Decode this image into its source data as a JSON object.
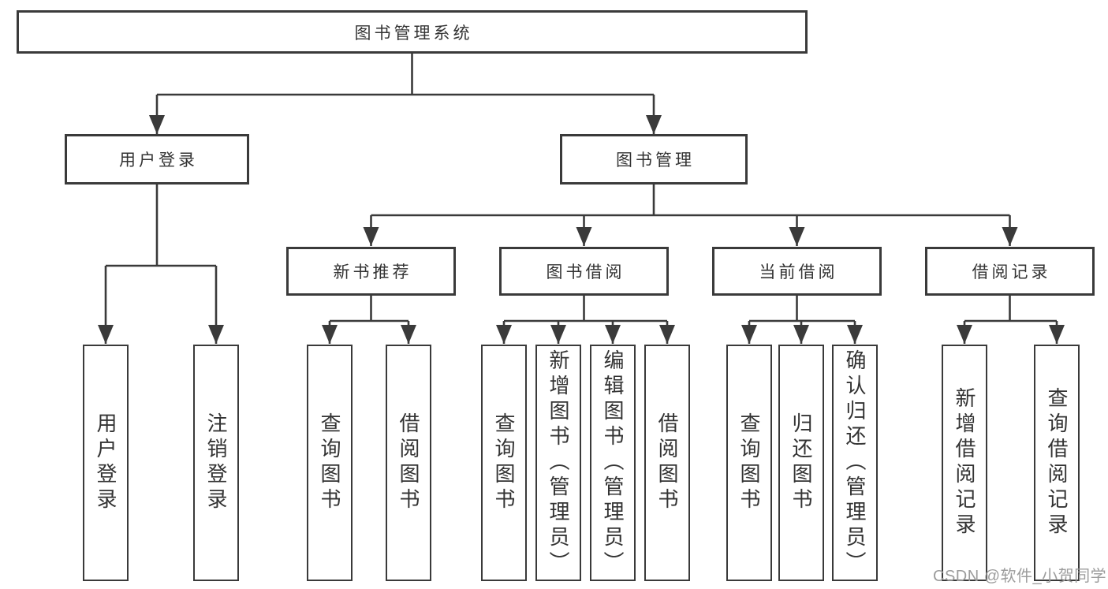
{
  "watermark": "CSDN @软件_小贺同学",
  "colors": {
    "line": "#3a3a3a",
    "text": "#333333",
    "watermark": "#9c9c9c",
    "background": "#ffffff"
  },
  "tree": {
    "label": "图书管理系统",
    "children": [
      {
        "label": "用户登录",
        "children": [
          {
            "label": "用户登录"
          },
          {
            "label": "注销登录"
          }
        ]
      },
      {
        "label": "图书管理",
        "children": [
          {
            "label": "新书推荐",
            "children": [
              {
                "label": "查询图书"
              },
              {
                "label": "借阅图书"
              }
            ]
          },
          {
            "label": "图书借阅",
            "children": [
              {
                "label": "查询图书"
              },
              {
                "label": "新增图书（管理员）"
              },
              {
                "label": "编辑图书（管理员）"
              },
              {
                "label": "借阅图书"
              }
            ]
          },
          {
            "label": "当前借阅",
            "children": [
              {
                "label": "查询图书"
              },
              {
                "label": "归还图书"
              },
              {
                "label": "确认归还（管理员）"
              }
            ]
          },
          {
            "label": "借阅记录",
            "children": [
              {
                "label": "新增借阅记录"
              },
              {
                "label": "查询借阅记录"
              }
            ]
          }
        ]
      }
    ]
  }
}
